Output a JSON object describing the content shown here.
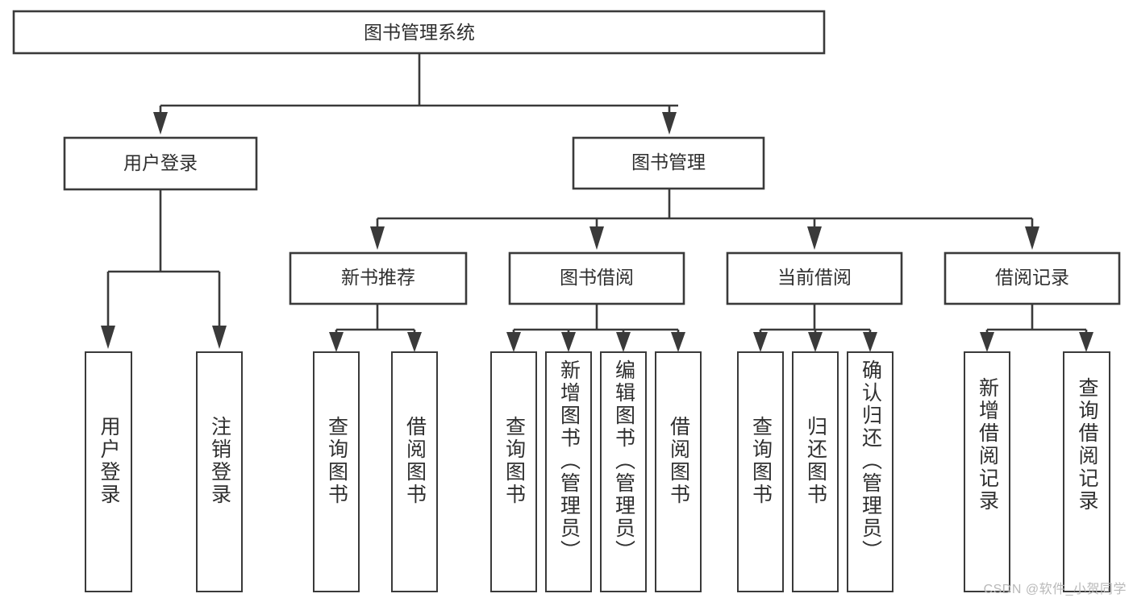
{
  "diagram": {
    "title": "图书管理系统",
    "type": "hierarchy-tree",
    "orientation": "top-down",
    "colors": {
      "stroke": "#3a3a3a",
      "node_fill": "#ffffff",
      "text": "#2f2f2f",
      "background": "#ffffff",
      "watermark": "#b9b9b9"
    },
    "levels": {
      "root": {
        "label": "图书管理系统"
      },
      "level2": [
        {
          "label": "用户登录"
        },
        {
          "label": "图书管理"
        }
      ],
      "level3": [
        {
          "label": "新书推荐"
        },
        {
          "label": "图书借阅"
        },
        {
          "label": "当前借阅"
        },
        {
          "label": "借阅记录"
        }
      ],
      "leaves": {
        "user_login": [
          {
            "label": "用户登录"
          },
          {
            "label": "注销登录"
          }
        ],
        "new_book_recommend": [
          {
            "label": "查询图书"
          },
          {
            "label": "借阅图书"
          }
        ],
        "book_borrow": [
          {
            "label": "查询图书"
          },
          {
            "label": "新增图书（管理员）"
          },
          {
            "label": "编辑图书（管理员）"
          },
          {
            "label": "借阅图书"
          }
        ],
        "current_borrow": [
          {
            "label": "查询图书"
          },
          {
            "label": "归还图书"
          },
          {
            "label": "确认归还（管理员）"
          }
        ],
        "borrow_record": [
          {
            "label": "新增借阅记录"
          },
          {
            "label": "查询借阅记录"
          }
        ]
      }
    },
    "watermark": "CSDN @软件_小贺同学"
  }
}
